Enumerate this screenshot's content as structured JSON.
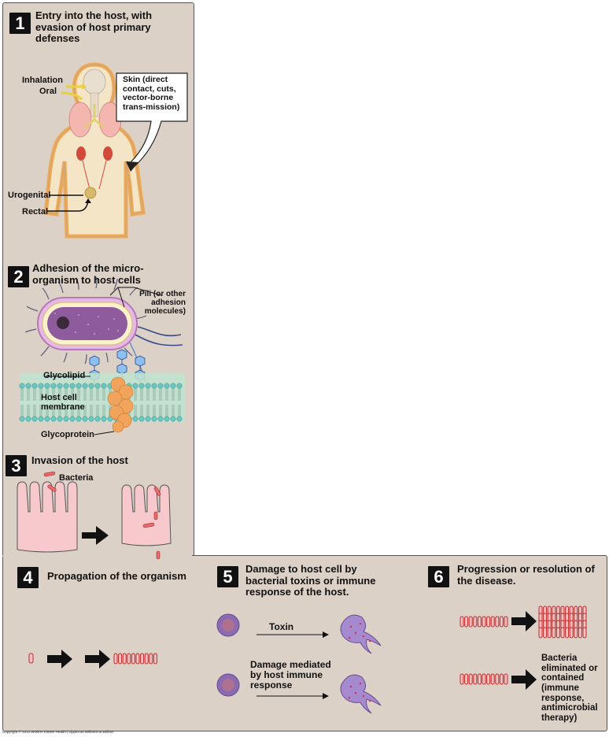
{
  "steps": {
    "s1": {
      "number": "1",
      "title": "Entry into the host, with evasion of host primary defenses"
    },
    "s2": {
      "number": "2",
      "title": "Adhesion of the micro-organism to host cells"
    },
    "s3": {
      "number": "3",
      "title": "Invasion of the host"
    },
    "s4": {
      "number": "4",
      "title": "Propagation of the organism"
    },
    "s5": {
      "number": "5",
      "title": "Damage to host cell by bacterial toxins or immune response of the host."
    },
    "s6": {
      "number": "6",
      "title": "Progression or resolution of the disease."
    }
  },
  "labels": {
    "inhalation": "Inhalation",
    "oral": "Oral",
    "skin": "Skin (direct contact, cuts, vector-borne trans-mission)",
    "urogenital": "Urogenital",
    "rectal": "Rectal",
    "pili": "Pili (or other adhesion molecules)",
    "glycolipid": "Glycolipid",
    "host_membrane": "Host cell membrane",
    "glycoprotein": "Glycoprotein",
    "bacteria": "Bacteria",
    "toxin": "Toxin",
    "immune_damage": "Damage mediated by host immune response",
    "eliminated": "Bacteria eliminated or contained (immune response, antimicrobial therapy)"
  },
  "copyright": "Copyright © 2013 Wolters Kluwer Health | Lippincott Williams & Wilkins",
  "colors": {
    "panel": "#dcd1c6",
    "bacteria_red": "#d94040",
    "cell_pink": "#f7c8cc",
    "membrane_teal": "#6bc7c0",
    "glycoprotein_orange": "#f2a35c",
    "immune_cell_purple": "#8a6ab0"
  }
}
